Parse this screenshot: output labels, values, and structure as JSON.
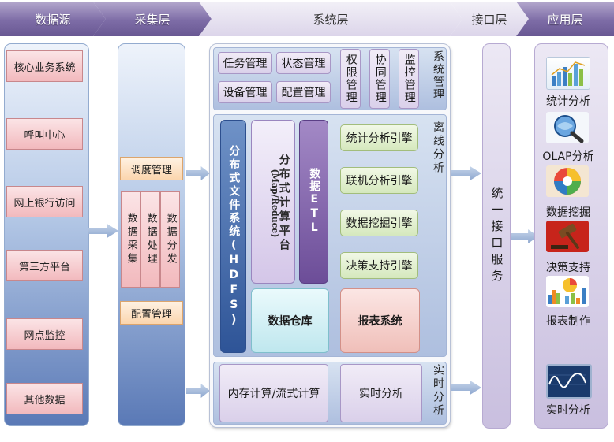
{
  "header": {
    "tabs": [
      {
        "label": "数据源"
      },
      {
        "label": "采集层"
      },
      {
        "label": "系统层"
      },
      {
        "label": "接口层"
      },
      {
        "label": "应用层"
      }
    ]
  },
  "data_sources": {
    "items": [
      "核心业务系统",
      "呼叫中心",
      "网上银行访问",
      "第三方平台",
      "网点监控",
      "其他数据"
    ]
  },
  "collection": {
    "scheduling": "调度管理",
    "data_collect": "数据采集",
    "data_process": "数据处理",
    "data_distribute": "数据分发",
    "config": "配置管理"
  },
  "system": {
    "management": {
      "task": "任务管理",
      "status": "状态管理",
      "device": "设备管理",
      "config": "配置管理",
      "permission": "权限管理",
      "collaboration": "协同管理",
      "monitoring": "监控管理",
      "label": "系统管理"
    },
    "offline": {
      "label": "离线分析",
      "hdfs": "分布式文件系统(HDFS)",
      "mapreduce_title": "分布式计算平台",
      "mapreduce_sub": "(Map/Reduce)",
      "etl": "数据ETL",
      "engines": [
        "统计分析引擎",
        "联机分析引擎",
        "数据挖掘引擎",
        "决策支持引擎"
      ],
      "warehouse": "数据仓库",
      "reporting": "报表系统"
    },
    "realtime": {
      "label": "实时分析",
      "memory": "内存计算/流式计算",
      "analysis": "实时分析"
    }
  },
  "interface": {
    "label": "统一接口服务"
  },
  "applications": {
    "items": [
      {
        "label": "统计分析",
        "icon": "bar-chart-icon"
      },
      {
        "label": "OLAP分析",
        "icon": "magnifier-globe-icon"
      },
      {
        "label": "数据挖掘",
        "icon": "pie-wheel-icon"
      },
      {
        "label": "决策支持",
        "icon": "gavel-icon"
      },
      {
        "label": "报表制作",
        "icon": "report-charts-icon"
      },
      {
        "label": "实时分析",
        "icon": "monitor-wave-icon"
      }
    ]
  },
  "colors": {
    "header_accent": "#7d6ca6",
    "source_box": "#f2b9bd",
    "hdfs": "#2e5497",
    "etl": "#6c4d98",
    "engine": "#d5e8bd"
  }
}
